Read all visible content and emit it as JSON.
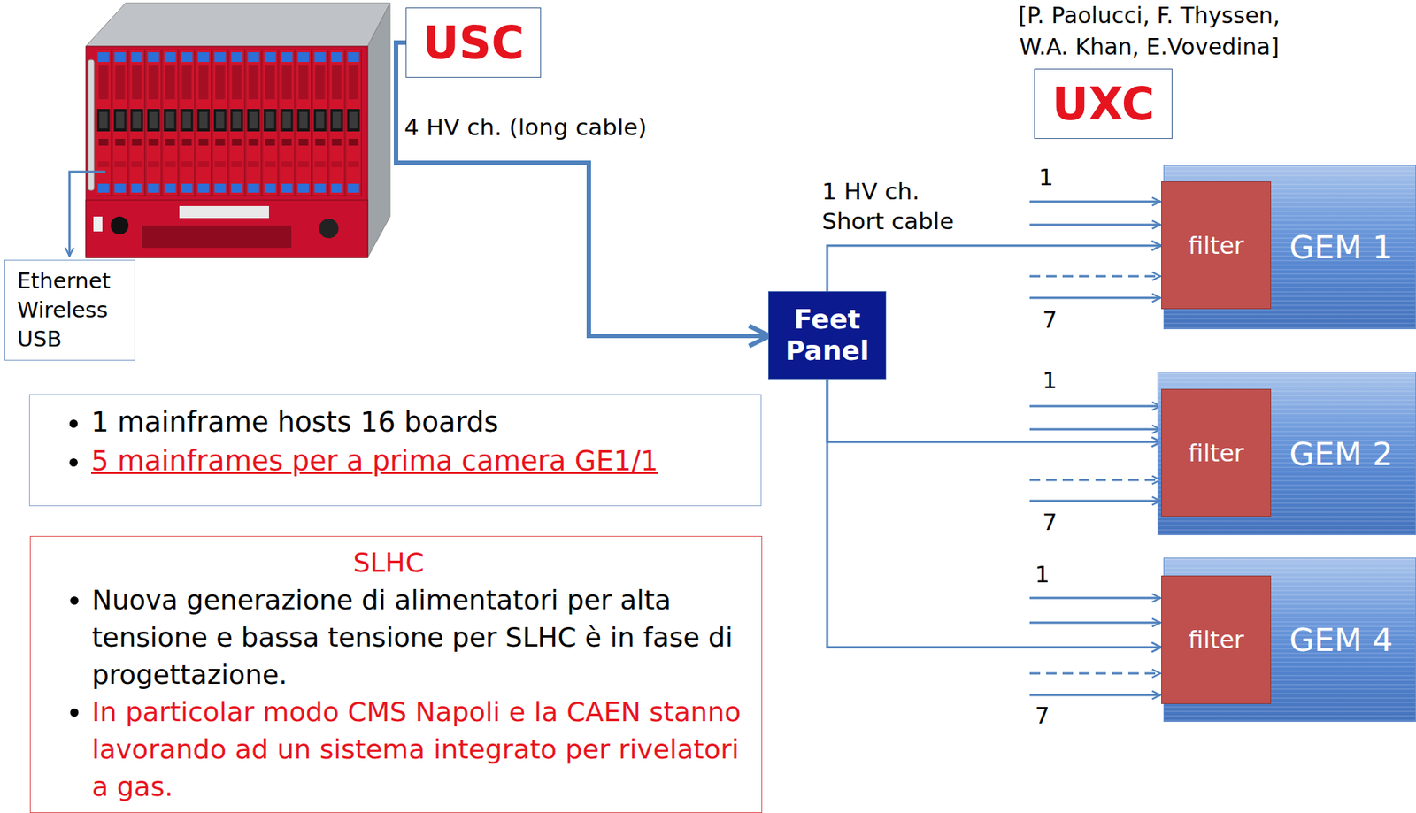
{
  "diagram": {
    "nodes": [
      {
        "text": [
          "USC"
        ]
      },
      {
        "text": [
          "Ethernet Wireless USB"
        ]
      },
      {
        "text": [
          "1 mainframe hosts 16 boards",
          "5 mainframes per a prima camera GE1/1"
        ]
      },
      {
        "text": [
          "SLHC",
          "Nuova generazione di alimentatori per alta tensione e bassa tensione per SLHC è in fase di progettazione.",
          "In particolar modo CMS Napoli e la CAEN stanno lavorando ad un sistema integrato per rivelatori a gas."
        ]
      },
      {
        "text": [
          "Feet Panel"
        ]
      },
      {
        "text": [
          "UXC"
        ]
      },
      {
        "text": [
          "GEM 1"
        ]
      },
      {
        "text": [
          "filter"
        ],
        "in": 6
      },
      {
        "text": [
          "GEM 2"
        ]
      },
      {
        "text": [
          "filter"
        ],
        "in": 8
      },
      {
        "text": [
          "GEM 4"
        ]
      },
      {
        "text": [
          "filter"
        ],
        "in": 10
      }
    ],
    "edges": [
      {
        "from": 0,
        "to": 4,
        "arrow": "to",
        "label": "4 HV ch. (long cable)"
      },
      {
        "from": 4,
        "to": 7,
        "arrow": "to",
        "label": "1 HV ch. Short cable"
      },
      {
        "from": 4,
        "to": 9,
        "arrow": "to"
      },
      {
        "from": 4,
        "to": 11,
        "arrow": "to"
      }
    ],
    "labels": [
      "[P. Paolucci, F. Thyssen, W.A. Khan, E.Vovedina]",
      "1",
      "7",
      "1",
      "7",
      "1",
      "7"
    ]
  }
}
